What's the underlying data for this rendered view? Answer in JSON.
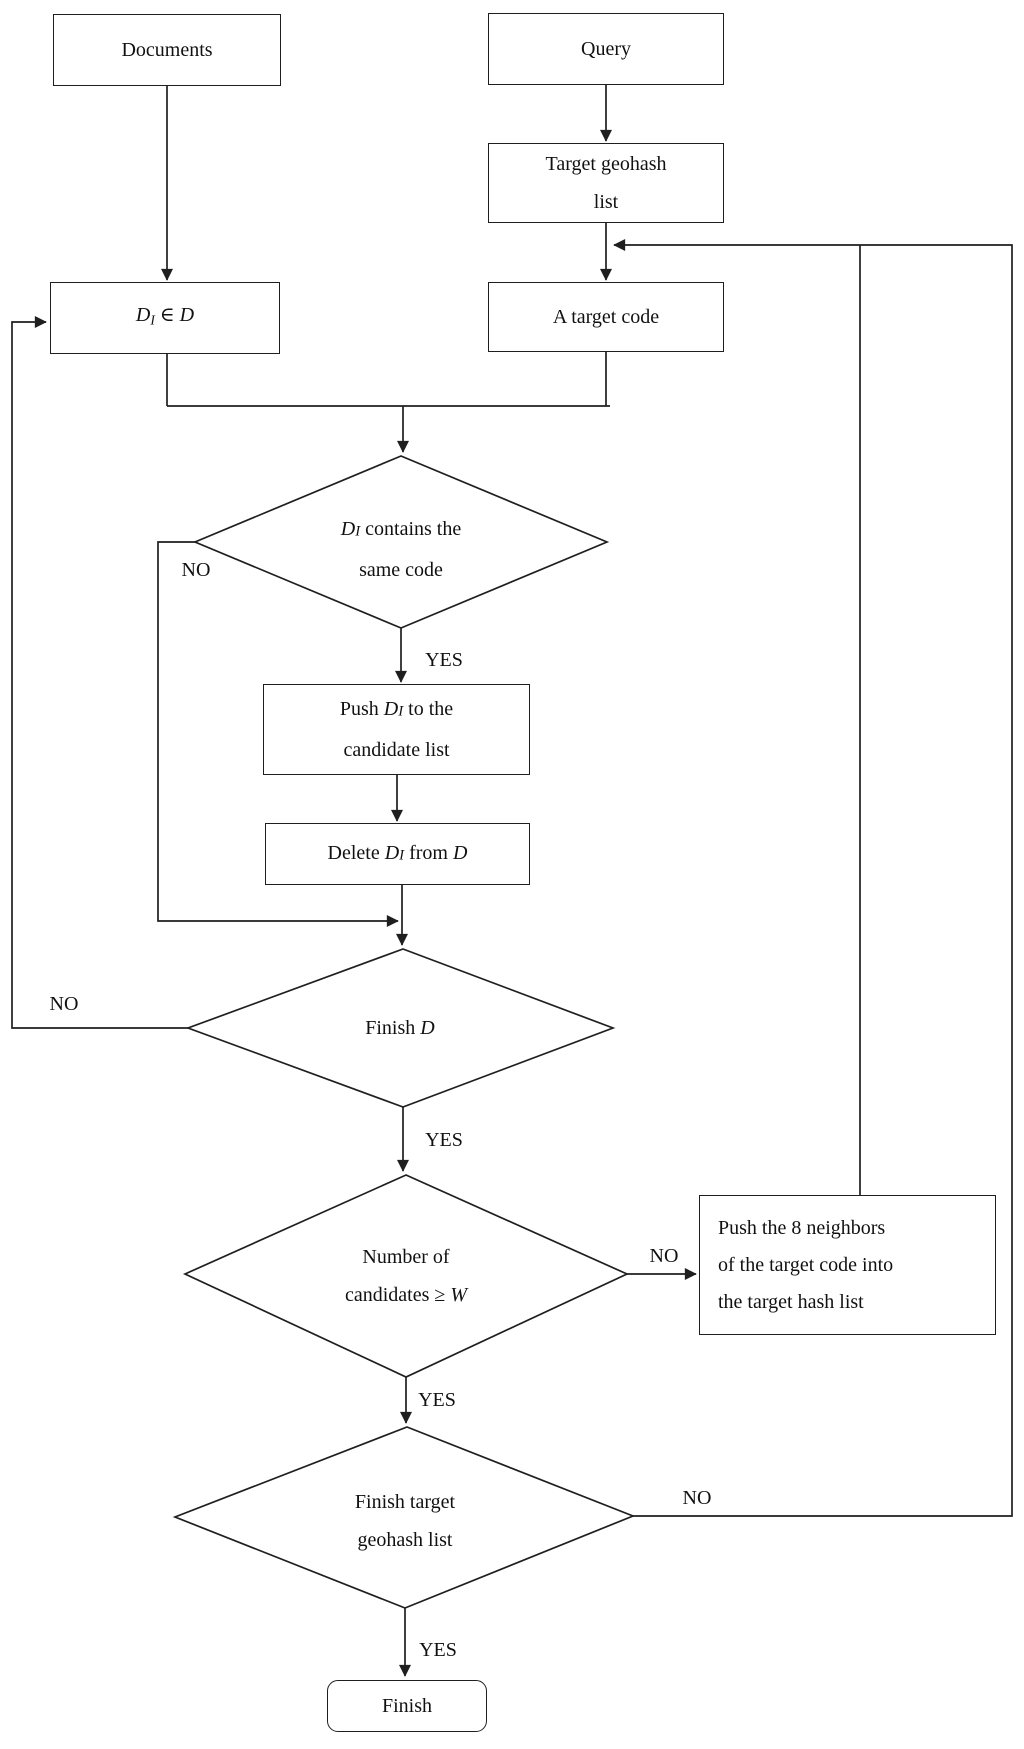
{
  "figure": {
    "kind": "flowchart",
    "background": "#ffffff",
    "stroke_color": "#1f1f1f"
  },
  "nodes": {
    "documents": {
      "label": "Documents"
    },
    "query": {
      "label": "Query"
    },
    "target_geohash_list": {
      "line1": "Target geohash",
      "line2": "list"
    },
    "a_target_code": {
      "label": "A target code"
    },
    "di_in_d": {
      "d1": "D",
      "sub": "I",
      "mid": " ∈ ",
      "d2": "D"
    },
    "contains_decision": {
      "d": "D",
      "sub": "I",
      "rest": " contains the",
      "line2": "same code"
    },
    "push_candidate": {
      "pre": "Push ",
      "d": "D",
      "sub": "I",
      "rest": " to the",
      "line2": "candidate list"
    },
    "delete_di": {
      "pre": "Delete ",
      "d": "D",
      "sub": "I",
      "mid": " from ",
      "d2": "D"
    },
    "finish_d_decision": {
      "pre": "Finish ",
      "d": "D"
    },
    "candidates_decision": {
      "line1": "Number of",
      "line2_pre": "candidates ≥ ",
      "w": "W"
    },
    "push_neighbors": {
      "line1": "Push the 8 neighbors",
      "line2": "of the target code into",
      "line3": "the target hash list"
    },
    "finish_target_decision": {
      "line1": "Finish target",
      "line2": "geohash list"
    },
    "finish_terminal": {
      "label": "Finish"
    }
  },
  "edge_labels": {
    "contains_yes": "YES",
    "contains_no": "NO",
    "finish_d_yes": "YES",
    "finish_d_no": "NO",
    "candidates_yes": "YES",
    "candidates_no": "NO",
    "finish_target_yes": "YES",
    "finish_target_no": "NO"
  }
}
